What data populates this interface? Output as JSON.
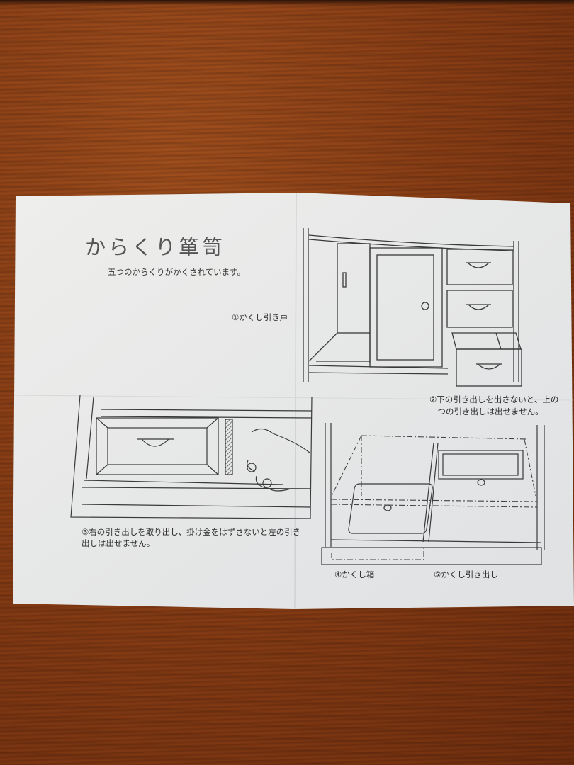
{
  "document": {
    "title": "からくり箪笥",
    "subtitle": "五つのからくりがかくされています。",
    "labels": {
      "item1": "①かくし引き戸",
      "item2": "②下の引き出しを出さないと、上の二つの引き出しは出せません。",
      "item3": "③右の引き出しを取り出し、掛け金をはずさないと左の引き出しは出せません。",
      "item4": "④かくし箱",
      "item5": "⑤かくし引き出し"
    }
  },
  "figures": [
    {
      "id": "figure-top-right",
      "depicts": "cabinet with sliding doors and three drawers, bottom drawer pulled out"
    },
    {
      "id": "figure-bottom-left",
      "depicts": "hand releasing latch beside left drawer"
    },
    {
      "id": "figure-bottom-right",
      "depicts": "hidden box and hidden drawer shown with dashed lines"
    }
  ],
  "colors": {
    "wood": "#8a3f16",
    "paper": "#e9eaea",
    "ink": "#2b2b2b"
  }
}
